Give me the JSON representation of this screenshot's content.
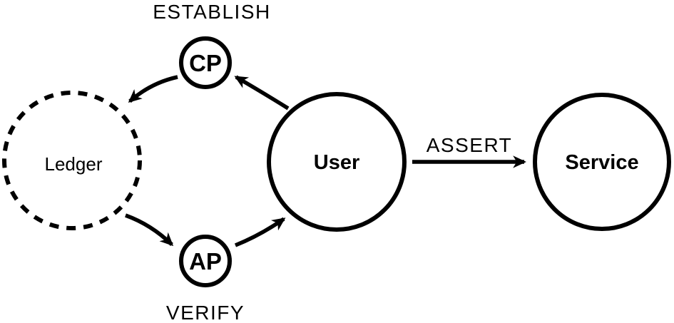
{
  "diagram": {
    "background": "#ffffff",
    "ink": "#000000",
    "nodes": {
      "ledger": {
        "label": "Ledger",
        "style": "dashed-circle"
      },
      "cp": {
        "label": "CP",
        "style": "solid-circle"
      },
      "ap": {
        "label": "AP",
        "style": "solid-circle"
      },
      "user": {
        "label": "User",
        "style": "solid-circle"
      },
      "service": {
        "label": "Service",
        "style": "solid-circle"
      }
    },
    "edges": [
      {
        "from": "user",
        "to": "cp"
      },
      {
        "from": "cp",
        "to": "ledger"
      },
      {
        "from": "ledger",
        "to": "ap"
      },
      {
        "from": "ap",
        "to": "user"
      },
      {
        "from": "user",
        "to": "service",
        "label": "ASSERT"
      }
    ],
    "flow_labels": {
      "establish": "ESTABLISH",
      "verify": "VERIFY",
      "assert": "ASSERT"
    }
  }
}
